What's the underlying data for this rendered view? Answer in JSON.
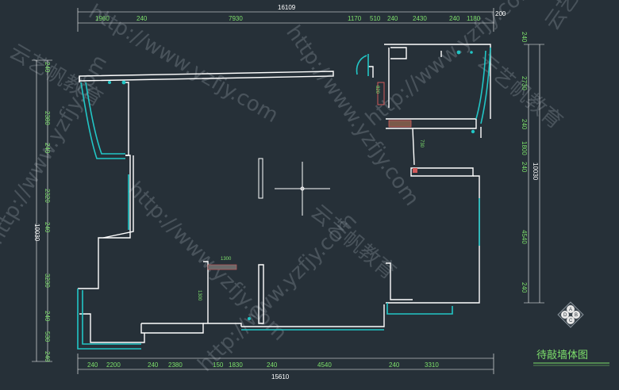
{
  "drawing": {
    "title": "待敲墙体图",
    "watermark_text": "http://www.yzfjy.com",
    "watermark_brand": "云艺帆教育",
    "wall_color": "#ffffff",
    "window_color": "#22c6c6",
    "dimension_color": "#7de06b",
    "background_color": "#263038"
  },
  "dims": {
    "top_total": "16109",
    "top_segments": [
      "1960",
      "240",
      "7930",
      "1170",
      "510",
      "240",
      "2430",
      "240",
      "1180"
    ],
    "top_right_extra": "200",
    "bottom_total": "15610",
    "bottom_segments": [
      "240",
      "2200",
      "240",
      "2380",
      "150",
      "1830",
      "240",
      "4540",
      "240",
      "3310"
    ],
    "left_total": "10030",
    "left_segments": [
      "240",
      "2380",
      "240",
      "2320",
      "240",
      "3230",
      "240",
      "530",
      "240"
    ],
    "right_total": "10030",
    "right_segments": [
      "240",
      "2730",
      "240",
      "1800",
      "240",
      "4540",
      "240"
    ],
    "interior": [
      "820",
      "1300",
      "1300",
      "730"
    ]
  },
  "compass": {
    "letters": [
      "A",
      "B",
      "C",
      "D"
    ]
  }
}
